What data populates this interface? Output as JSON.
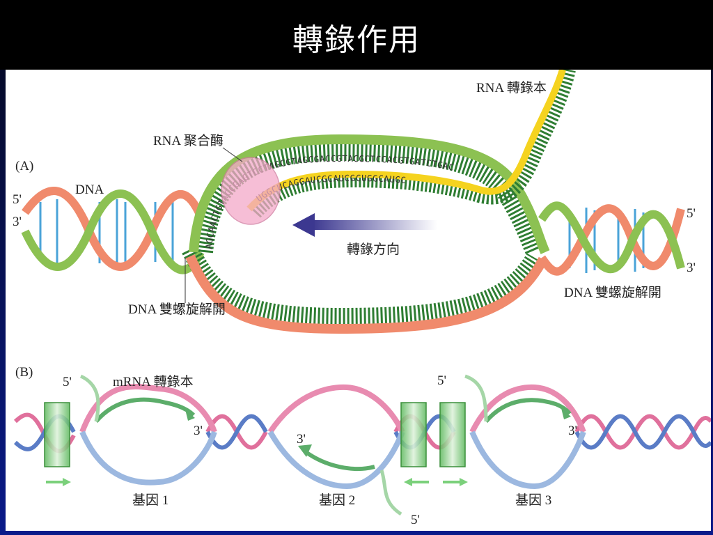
{
  "title": "轉錄作用",
  "panel_a": {
    "tag": "(A)",
    "dna_label": "DNA",
    "left_5": "5'",
    "left_3": "3'",
    "right_5": "5'",
    "right_3": "3'",
    "polymerase_label": "RNA 聚合酶",
    "transcript_label": "RNA 轉錄本",
    "direction_label": "轉錄方向",
    "unwind_left_label": "DNA 雙螺旋解開",
    "unwind_right_label": "DNA 雙螺旋解開",
    "template_seq": "AGCAACTGTACCGAGTCCTAGCGTAGCGACCGTACGCTCCACGTGATCTGAC",
    "rna_seq": "UGGCUCAGGAUCGCAUCGCUGGCAUGC"
  },
  "panel_b": {
    "tag": "(B)",
    "mrna_label": "mRNA 轉錄本",
    "gene1": "基因 1",
    "gene2": "基因 2",
    "gene3": "基因 3",
    "g1_5": "5'",
    "g1_3": "3'",
    "g2_3": "3'",
    "g2_5": "5'",
    "g3_5": "5'",
    "g3_3": "3'"
  },
  "colors": {
    "green_strand": "#8cc152",
    "salmon_strand": "#f08a6c",
    "rna_yellow": "#f5d31f",
    "polymerase": "#f4a9c9",
    "pink_strand": "#e0709c",
    "blue_strand": "#5a7cc6",
    "promoter": "#6fc36b",
    "arrow": "#5b55a8"
  }
}
